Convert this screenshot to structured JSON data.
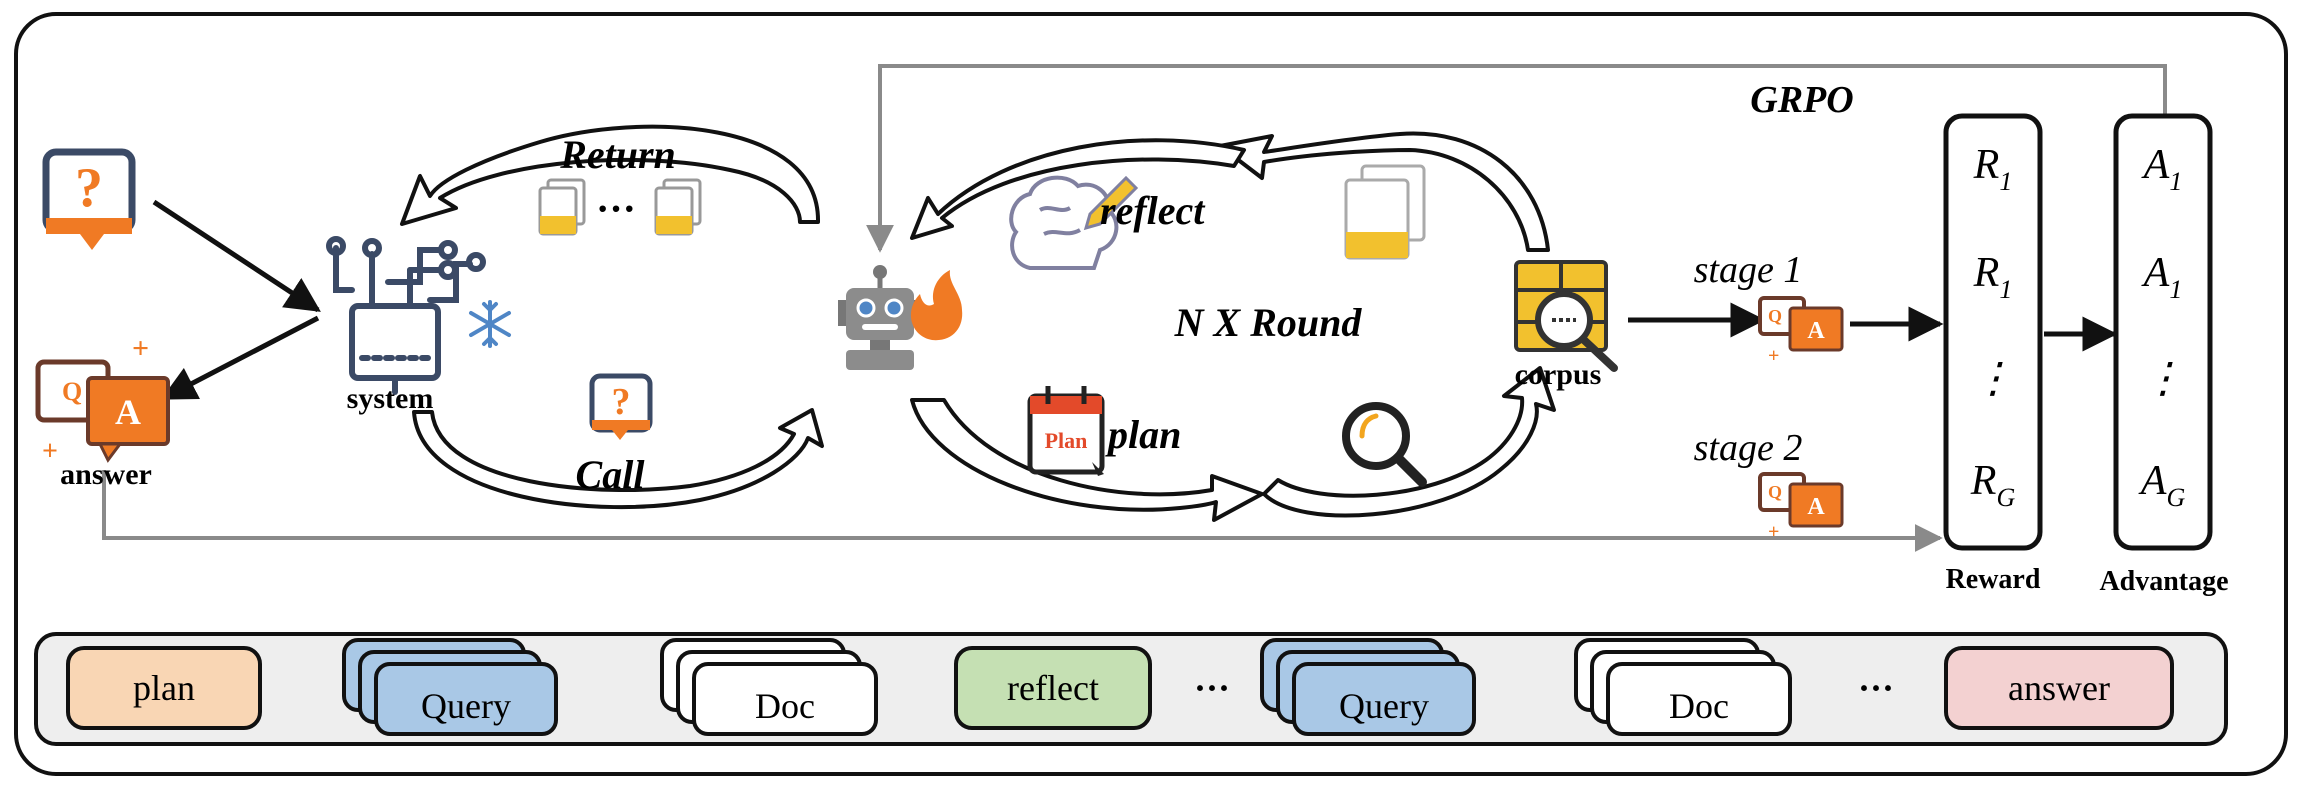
{
  "labels": {
    "system": "system",
    "answer": "answer",
    "return": "Return",
    "call": "Call",
    "reflect": "reflect",
    "plan": "plan",
    "round": "N X Round",
    "corpus": "corpus",
    "grpo": "GRPO",
    "stage1": "stage 1",
    "stage2": "stage 2",
    "reward": "Reward",
    "advantage": "Advantage",
    "dots_between_docs": "···",
    "plan_icon_text": "Plan",
    "question_mark": "?",
    "answer_letter": "A",
    "query_letter": "Q"
  },
  "reward_items": [
    {
      "base": "R",
      "sub": "1"
    },
    {
      "base": "R",
      "sub": "1"
    },
    {
      "base": "⋮",
      "sub": ""
    },
    {
      "base": "R",
      "sub": "G"
    }
  ],
  "advantage_items": [
    {
      "base": "A",
      "sub": "1"
    },
    {
      "base": "A",
      "sub": "1"
    },
    {
      "base": "⋮",
      "sub": ""
    },
    {
      "base": "A",
      "sub": "G"
    }
  ],
  "sequence": [
    {
      "kind": "tag",
      "text": "plan",
      "color": "#f9d6b4"
    },
    {
      "kind": "stack",
      "text": "Query",
      "color": "#a9c8e6"
    },
    {
      "kind": "stack",
      "text": "Doc",
      "color": "#ffffff"
    },
    {
      "kind": "tag",
      "text": "reflect",
      "color": "#c5e0b3"
    },
    {
      "kind": "ellipsis",
      "text": "···"
    },
    {
      "kind": "stack",
      "text": "Query",
      "color": "#a9c8e6"
    },
    {
      "kind": "stack",
      "text": "Doc",
      "color": "#ffffff"
    },
    {
      "kind": "ellipsis",
      "text": "···"
    },
    {
      "kind": "tag",
      "text": "answer",
      "color": "#f3d1d1"
    }
  ],
  "colors": {
    "orange": "#f07a24",
    "navy": "#3b4a66",
    "yellow": "#f2c12e",
    "gray_line": "#8a8a8a",
    "snow": "#4f86c6",
    "bar_bg": "#eeeeee"
  }
}
